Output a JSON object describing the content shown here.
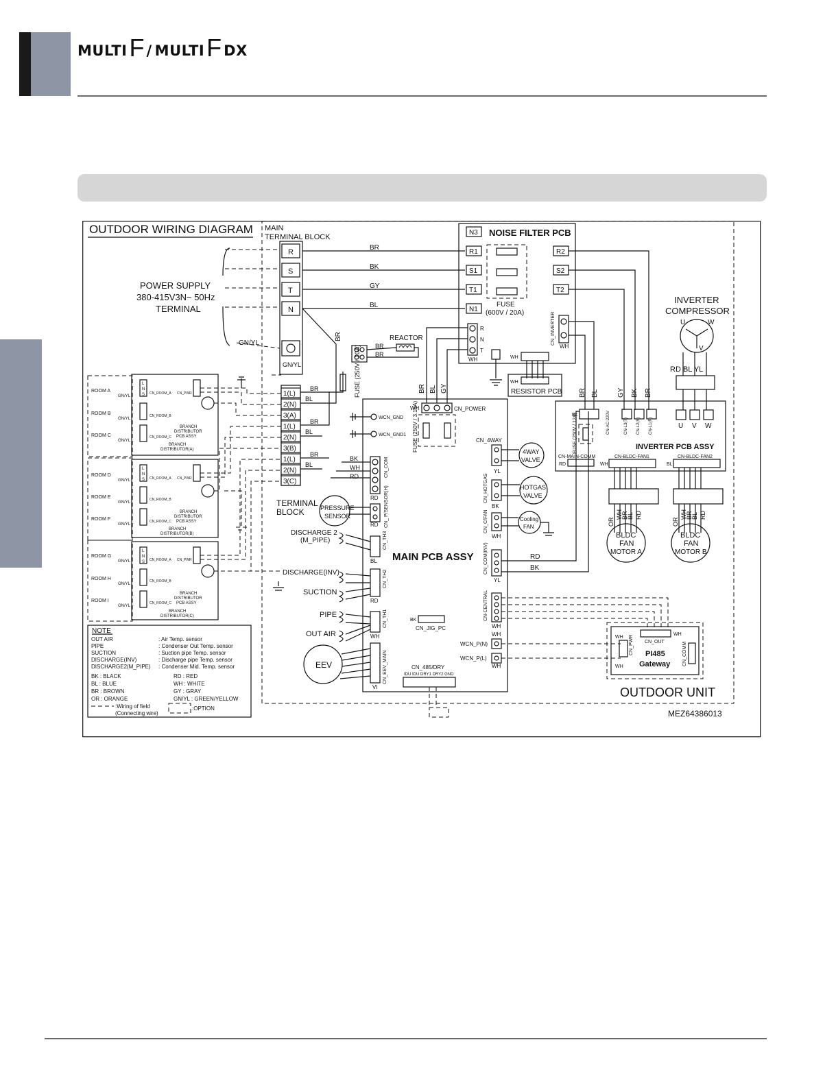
{
  "header": {
    "brand_left_word": "MULTI",
    "brand_left_letter": "F",
    "brand_sep": "/",
    "brand_right_word": "MULTI",
    "brand_right_letter": "F",
    "brand_suffix": "DX"
  },
  "diagram": {
    "title": "OUTDOOR WIRING DIAGRAM",
    "main_tb_1": "MAIN",
    "main_tb_2": "TERMINAL BLOCK",
    "tb_rows": [
      "R",
      "S",
      "T",
      "N"
    ],
    "power_1": "POWER SUPPLY",
    "power_2": "380-415V3N~ 50Hz",
    "power_3": "TERMINAL",
    "gnyl": "GN/YL",
    "wire_br": "BR",
    "wire_bk": "BK",
    "wire_gy": "GY",
    "wire_bl": "BL",
    "wire_wh": "WH",
    "wire_rd": "RD",
    "wire_yl": "YL",
    "wire_or": "OR",
    "noise_filter": "NOISE FILTER PCB",
    "nf_left": [
      "N3",
      "R1",
      "S1",
      "T1",
      "N1"
    ],
    "nf_right": [
      "R2",
      "S2",
      "T2"
    ],
    "fuse_nf_1": "FUSE",
    "fuse_nf_2": "(600V / 20A)",
    "rnt": [
      "R",
      "N",
      "T"
    ],
    "reactor": "REACTOR",
    "resistor_pcb": "RESISTOR PCB",
    "fuse_250_10": "FUSE (250V / 10A)",
    "fuse_250_315": "FUSE (250V / 3.15A)",
    "fuse_250_12": "FUSE (250V / 12A)",
    "cn_inverter": "CN_INVERTER",
    "inverter_comp_1": "INVERTER",
    "inverter_comp_2": "COMPRESSOR",
    "uvw": [
      "U",
      "V",
      "W"
    ],
    "rd_bl_yl": "RD BL YL",
    "inverter_pcb": "INVERTER PCB ASSY",
    "cn_ac_220v": "CN-AC-220V",
    "cn_lt": "CN-L3(T)",
    "cn_ls": "CN-L2(S)",
    "cn_lr": "CN-L1(R)",
    "cn_main_comm": "CN-MAIN-COMM",
    "cn_bldc_fan1": "CN-BLDC-FAN1",
    "cn_bldc_fan2": "CN-BLDC-FAN2",
    "bldc_a": [
      "BLDC",
      "FAN",
      "MOTOR A"
    ],
    "bldc_b": [
      "BLDC",
      "FAN",
      "MOTOR B"
    ],
    "main_pcb": "MAIN PCB ASSY",
    "cn_power": "CN_POWER",
    "wcn_gnd": "WCN_GND",
    "wcn_gnd1": "WCN_GND1",
    "cn_4way": "CN_4WAY",
    "valve_4way": [
      "4WAY",
      "VALVE"
    ],
    "cn_hotgas": "CN_HOTGAS",
    "hotgas": [
      "HOTGAS",
      "VALVE"
    ],
    "cn_cfan": "CN_C/FAN",
    "cooling_fan": [
      "Cooling",
      "FAN"
    ],
    "cn_com_inv": "CN_COM(INV)",
    "cn_central": "CN-CENTRAL",
    "cn_com": "CN_COM",
    "cn_psensor": "CN_ P/SENSOR(H)",
    "cn_th3": "CN_TH3",
    "cn_th2": "CN_TH2",
    "cn_th1": "CN_TH1",
    "cn_eev_main": "CN_EEV_MAIN",
    "cn_jig_pc": "CN_JIG_PC",
    "cn_485_dry": "CN_485/DRY",
    "cn_485_pins": "IDU IDU DRY1 DRY2 GND",
    "wcn_pn": "WCN_P(N)",
    "wcn_pl": "WCN_P(L)",
    "vi": "VI",
    "terminal_block_1": "TERMINAL",
    "terminal_block_2": "BLOCK",
    "terminal_rows": [
      "1(L)",
      "2(N)",
      "3(A)",
      "1(L)",
      "2(N)",
      "3(B)",
      "1(L)",
      "2(N)",
      "3(C)"
    ],
    "pressure_sensor": [
      "PRESSURE",
      "SENSOR"
    ],
    "discharge2_1": "DISCHARGE 2",
    "discharge2_2": "(M_PIPE)",
    "discharge_inv": "DISCHARGE(INV)",
    "suction": "SUCTION",
    "pipe": "PIPE",
    "out_air": "OUT AIR",
    "eev": "EEV",
    "pi485_1": "PI485",
    "pi485_2": "Gateway",
    "cn_out": "CN_OUT",
    "cn_pwr": "CN_PWR",
    "cn_comm": "CN_COMM",
    "outdoor_unit": "OUTDOOR UNIT",
    "model": "MEZ64386013",
    "rooms": [
      "ROOM A",
      "ROOM B",
      "ROOM C",
      "ROOM D",
      "ROOM E",
      "ROOM F",
      "ROOM G",
      "ROOM H",
      "ROOM I"
    ],
    "cn_room_a": "CN_ROOM_A",
    "cn_room_b": "CN_ROOM_B",
    "cn_room_c": "CN_ROOM_C",
    "cn_pwr_small": "CN_PWR",
    "branch_pcb": [
      "BRANCH",
      "DISTRIBUTOR",
      "PCB ASSY"
    ],
    "branch_a": [
      "BRANCH",
      "DISTRIBUTOR(A)"
    ],
    "branch_b": [
      "BRANCH",
      "DISTRIBUTOR(B)"
    ],
    "branch_c": [
      "BRANCH",
      "DISTRIBUTOR(C)"
    ],
    "lns": [
      "L",
      "N",
      "S"
    ],
    "gnyl_small": "GN/YL",
    "note_title": "NOTE",
    "note_rows": [
      [
        "OUT AIR",
        ": Air Temp. sensor"
      ],
      [
        "PIPE",
        ": Condenser Out Temp. sensor"
      ],
      [
        "SUCTION",
        ": Suction pipe Temp. sensor"
      ],
      [
        "DISCHARGE(INV)",
        ": Discharge pipe Temp. sensor"
      ],
      [
        "DISCHARGE2(M_PIPE)",
        ": Condenser Mid. Temp. sensor"
      ]
    ],
    "color_rows": [
      [
        "BK : BLACK",
        "RD : RED"
      ],
      [
        "BL : BLUE",
        "WH : WHITE"
      ],
      [
        "BR : BROWN",
        "GY : GRAY"
      ],
      [
        "OR : ORANGE",
        "GN/YL : GREEN/YELLOW"
      ]
    ],
    "legend_field_1": ":Wiring of field",
    "legend_field_2": "(Connecting wire)",
    "legend_option": ":OPTION"
  }
}
